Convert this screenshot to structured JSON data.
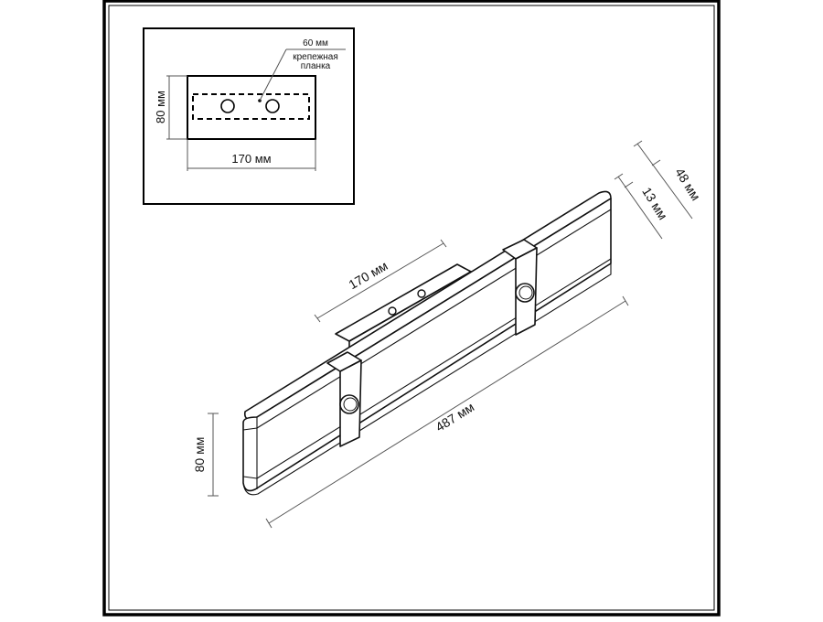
{
  "drawing": {
    "title": "Wall lamp dimensional drawing",
    "colors": {
      "line": "#111111",
      "dimension": "#555555",
      "background": "#ffffff"
    }
  },
  "inset": {
    "label_mounting_width": "60 мм",
    "label_mounting_plate_line1": "крепежная",
    "label_mounting_plate_line2": "планка",
    "label_height": "80 мм",
    "label_width": "170 мм"
  },
  "main": {
    "label_backplate_length": "170 мм",
    "label_total_length": "487 мм",
    "label_height": "80 мм",
    "label_depth_total": "48 мм",
    "label_depth_panel": "13 мм"
  }
}
